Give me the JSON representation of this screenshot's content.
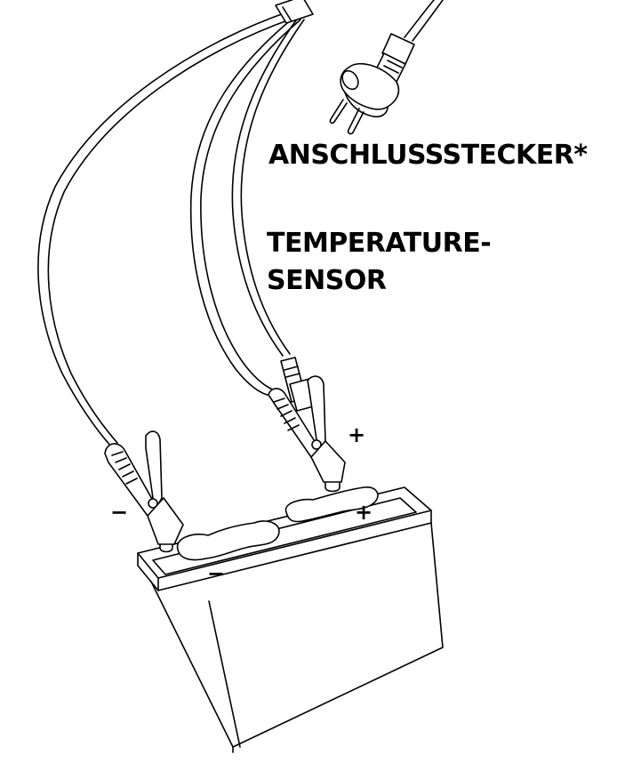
{
  "labels": {
    "plug": "ANSCHLUSSSTECKER*",
    "temp_sensor_line1": "TEMPERATURE-",
    "temp_sensor_line2": "SENSOR"
  },
  "polarity": {
    "clamp_plus": "+",
    "terminal_plus": "+",
    "clamp_minus": "−",
    "terminal_minus": "−"
  },
  "colors": {
    "line": "#000000",
    "background": "#ffffff"
  }
}
